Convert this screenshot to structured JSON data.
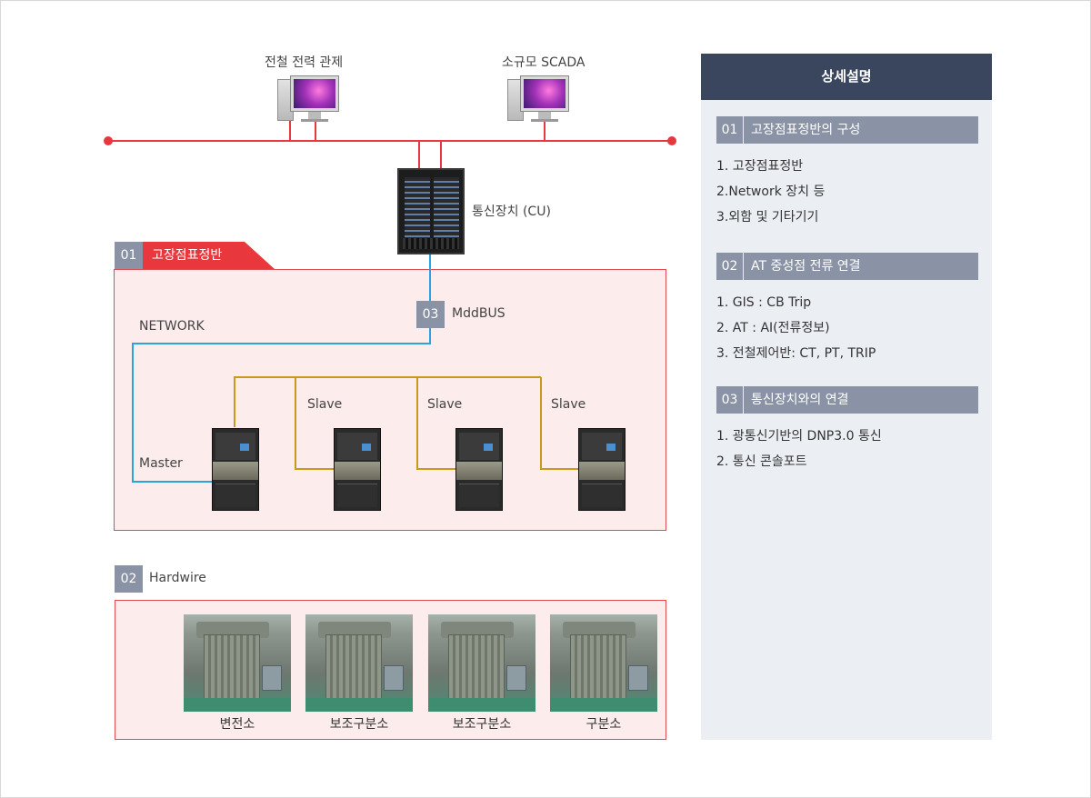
{
  "top": {
    "pc1_label": "전철 전력 관제",
    "pc2_label": "소규모 SCADA",
    "cu_label": "통신장치 (CU)"
  },
  "section1": {
    "num": "01",
    "title": "고장점표정반",
    "network_label": "NETWORK",
    "bus_num": "03",
    "bus_label": "MddBUS",
    "master_label": "Master",
    "slave_labels": [
      "Slave",
      "Slave",
      "Slave"
    ]
  },
  "section2": {
    "num": "02",
    "title": "Hardwire",
    "captions": [
      "변전소",
      "보조구분소",
      "보조구분소",
      "구분소"
    ]
  },
  "side": {
    "title": "상세설명",
    "sections": [
      {
        "num": "01",
        "title": "고장점표정반의 구성",
        "items": [
          "1. 고장점표정반",
          "2.Network 장치 등",
          "3.외함 및 기타기기"
        ]
      },
      {
        "num": "02",
        "title": "AT 중성점 전류 연결",
        "items": [
          "1. GIS : CB Trip",
          "2. AT : AI(전류정보)",
          "3. 전철제어반: CT, PT, TRIP"
        ]
      },
      {
        "num": "03",
        "title": "통신장치와의 연결",
        "items": [
          "1. 광통신기반의 DNP3.0 통신",
          "2. 통신 콘솔포트"
        ]
      }
    ]
  },
  "colors": {
    "red_line": "#e8383d",
    "blue_line": "#2aa3e0",
    "gold_line": "#c99a1a",
    "side_header": "#3a465e",
    "tag_gray": "#8a93a6"
  }
}
